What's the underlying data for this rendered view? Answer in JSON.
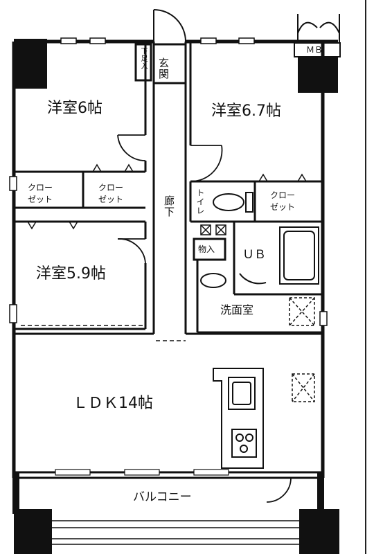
{
  "rooms": {
    "western_room_1": "洋室6帖",
    "western_room_2": "洋室6.7帖",
    "western_room_3": "洋室5.9帖",
    "ldk": "ＬＤＫ14帖",
    "balcony": "バルコニー",
    "entrance": "玄関",
    "shoe_box": "下足入",
    "corridor": "廊下",
    "toilet": "トイレ",
    "closet_1_line1": "クロー",
    "closet_1_line2": "ゼット",
    "closet_2_line1": "クロー",
    "closet_2_line2": "ゼット",
    "closet_3_line1": "クロー",
    "closet_3_line2": "ゼット",
    "storage": "物入",
    "unit_bath": "ＵＢ",
    "washroom": "洗面室",
    "meter_box": "ＭＢ"
  },
  "colors": {
    "wall": "#111111",
    "background": "#ffffff"
  }
}
